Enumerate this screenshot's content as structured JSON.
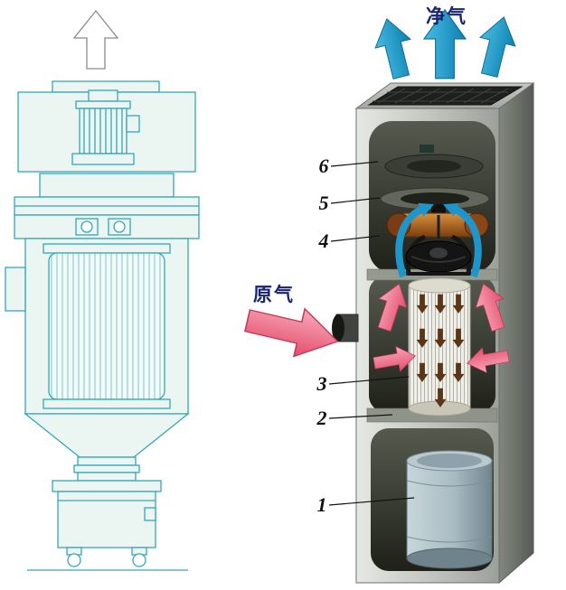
{
  "diagram": {
    "clean_air_label": "净气",
    "raw_air_label": "原气",
    "parts": [
      {
        "num": "1"
      },
      {
        "num": "2"
      },
      {
        "num": "3"
      },
      {
        "num": "4"
      },
      {
        "num": "5"
      },
      {
        "num": "6"
      }
    ]
  },
  "colors": {
    "label_navy": "#19246e",
    "part_number": "#101010",
    "blueprint_stroke": "#35a6b8",
    "clean_arrow": "#1e96cc",
    "raw_arrow": "#e64e6c",
    "cabinet_gray": "#c3c7c0"
  }
}
